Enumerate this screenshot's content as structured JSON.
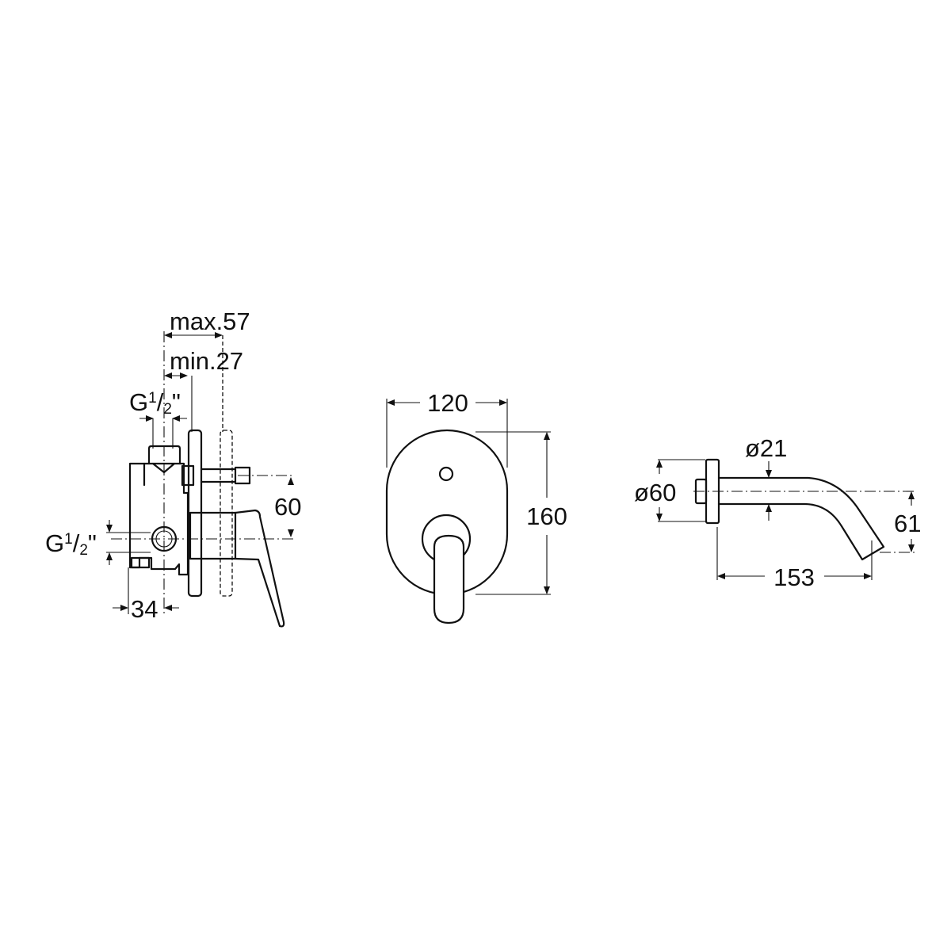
{
  "side_view": {
    "max_label": "max.57",
    "min_label": "min.27",
    "thread_top": {
      "g": "G",
      "num": "1",
      "slash": "/",
      "den": "2",
      "unit": "\""
    },
    "thread_side": {
      "g": "G",
      "num": "1",
      "slash": "/",
      "den": "2",
      "unit": "\""
    },
    "height_label": "60",
    "depth_label": "34"
  },
  "front_view": {
    "width_label": "120",
    "height_label": "160"
  },
  "spout_view": {
    "flange_diameter_label": "ø60",
    "pipe_diameter_label": "ø21",
    "drop_label": "61",
    "projection_label": "153"
  }
}
